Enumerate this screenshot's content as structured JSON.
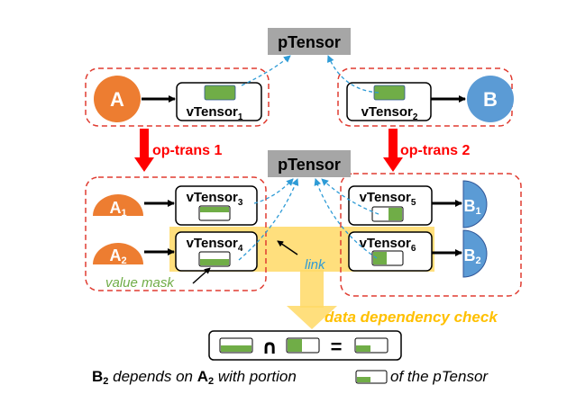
{
  "ptensor_top": "pTensor",
  "ptensor_mid": "pTensor",
  "node_a": "A",
  "node_b": "B",
  "vtensor_1": {
    "name": "vTensor",
    "sub": "1"
  },
  "vtensor_2": {
    "name": "vTensor",
    "sub": "2"
  },
  "op_trans_1": "op-trans 1",
  "op_trans_2": "op-trans 2",
  "node_a1": {
    "name": "A",
    "sub": "1"
  },
  "node_a2": {
    "name": "A",
    "sub": "2"
  },
  "node_b1": {
    "name": "B",
    "sub": "1"
  },
  "node_b2": {
    "name": "B",
    "sub": "2"
  },
  "vtensor_3": {
    "name": "vTensor",
    "sub": "3"
  },
  "vtensor_4": {
    "name": "vTensor",
    "sub": "4"
  },
  "vtensor_5": {
    "name": "vTensor",
    "sub": "5"
  },
  "vtensor_6": {
    "name": "vTensor",
    "sub": "6"
  },
  "link_label": "link",
  "value_mask_label": "value mask",
  "data_dependency_check": "data dependency check",
  "equation": {
    "intersect": "∩",
    "equals": "="
  },
  "caption": {
    "b2": "B",
    "b2_sub": "2",
    "depends_on": " depends on ",
    "a2": "A",
    "a2_sub": "2",
    "with_portion": " with portion ",
    "of_ptensor": " of the pTensor"
  },
  "colors": {
    "orange": "#ED7D31",
    "blue": "#5B9BD5",
    "green": "#70AD47",
    "red": "#FF0000",
    "yellow": "#FFD966",
    "grey": "#A6A6A6",
    "dashed_red": "#E03C31",
    "link_blue": "#2E9BD6"
  }
}
